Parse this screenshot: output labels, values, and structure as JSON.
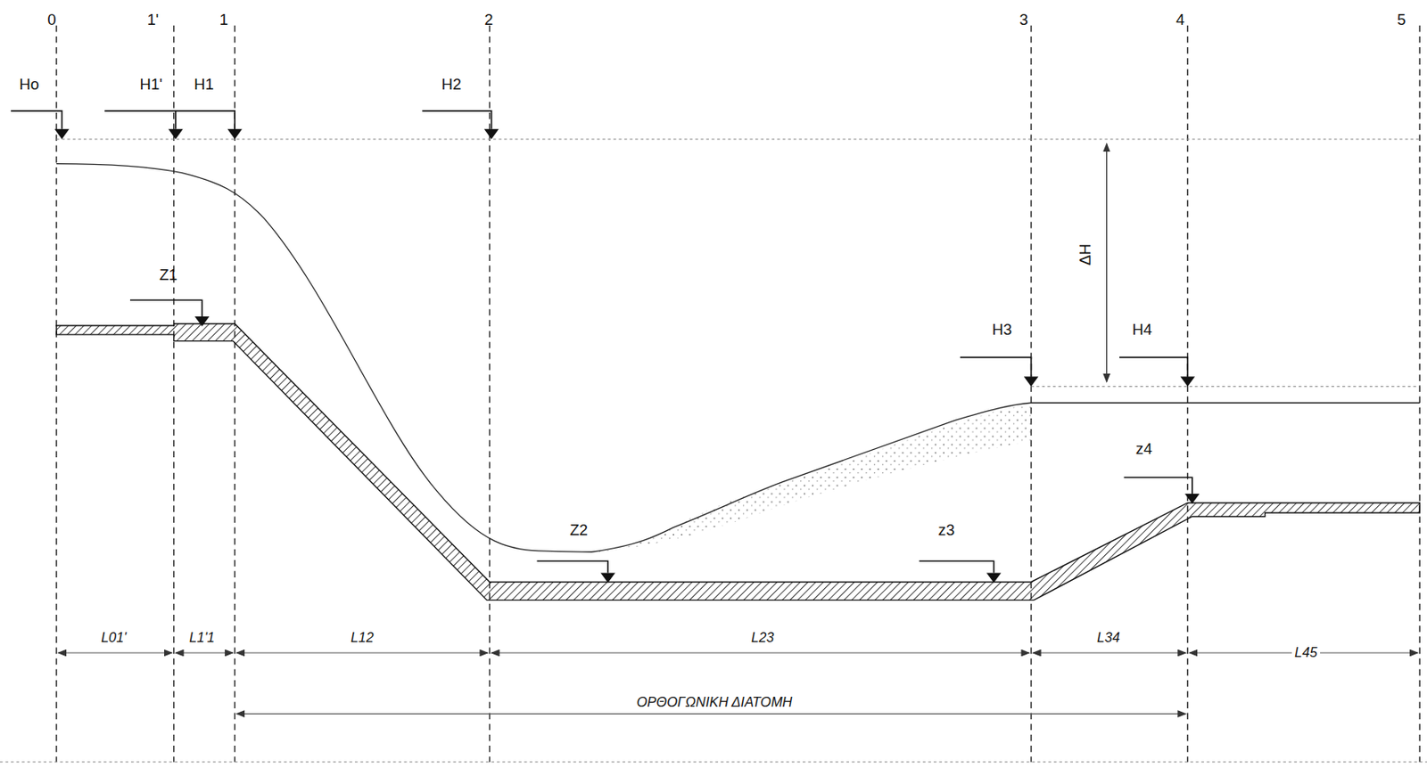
{
  "diagram": {
    "labels": [
      "0",
      "1'",
      "1",
      "2",
      "3",
      "4",
      "5",
      "Ho",
      "H1'",
      "H1",
      "H2",
      "Z1",
      "ΔH",
      "H3",
      "H4",
      "z4",
      "Z2",
      "z3",
      "L01'",
      "L1'1",
      "L12",
      "L23",
      "L34",
      "L45",
      "ΟΡΘΟΓΩΝΙΚΗ ΔΙΑΤΟΜΗ"
    ]
  }
}
